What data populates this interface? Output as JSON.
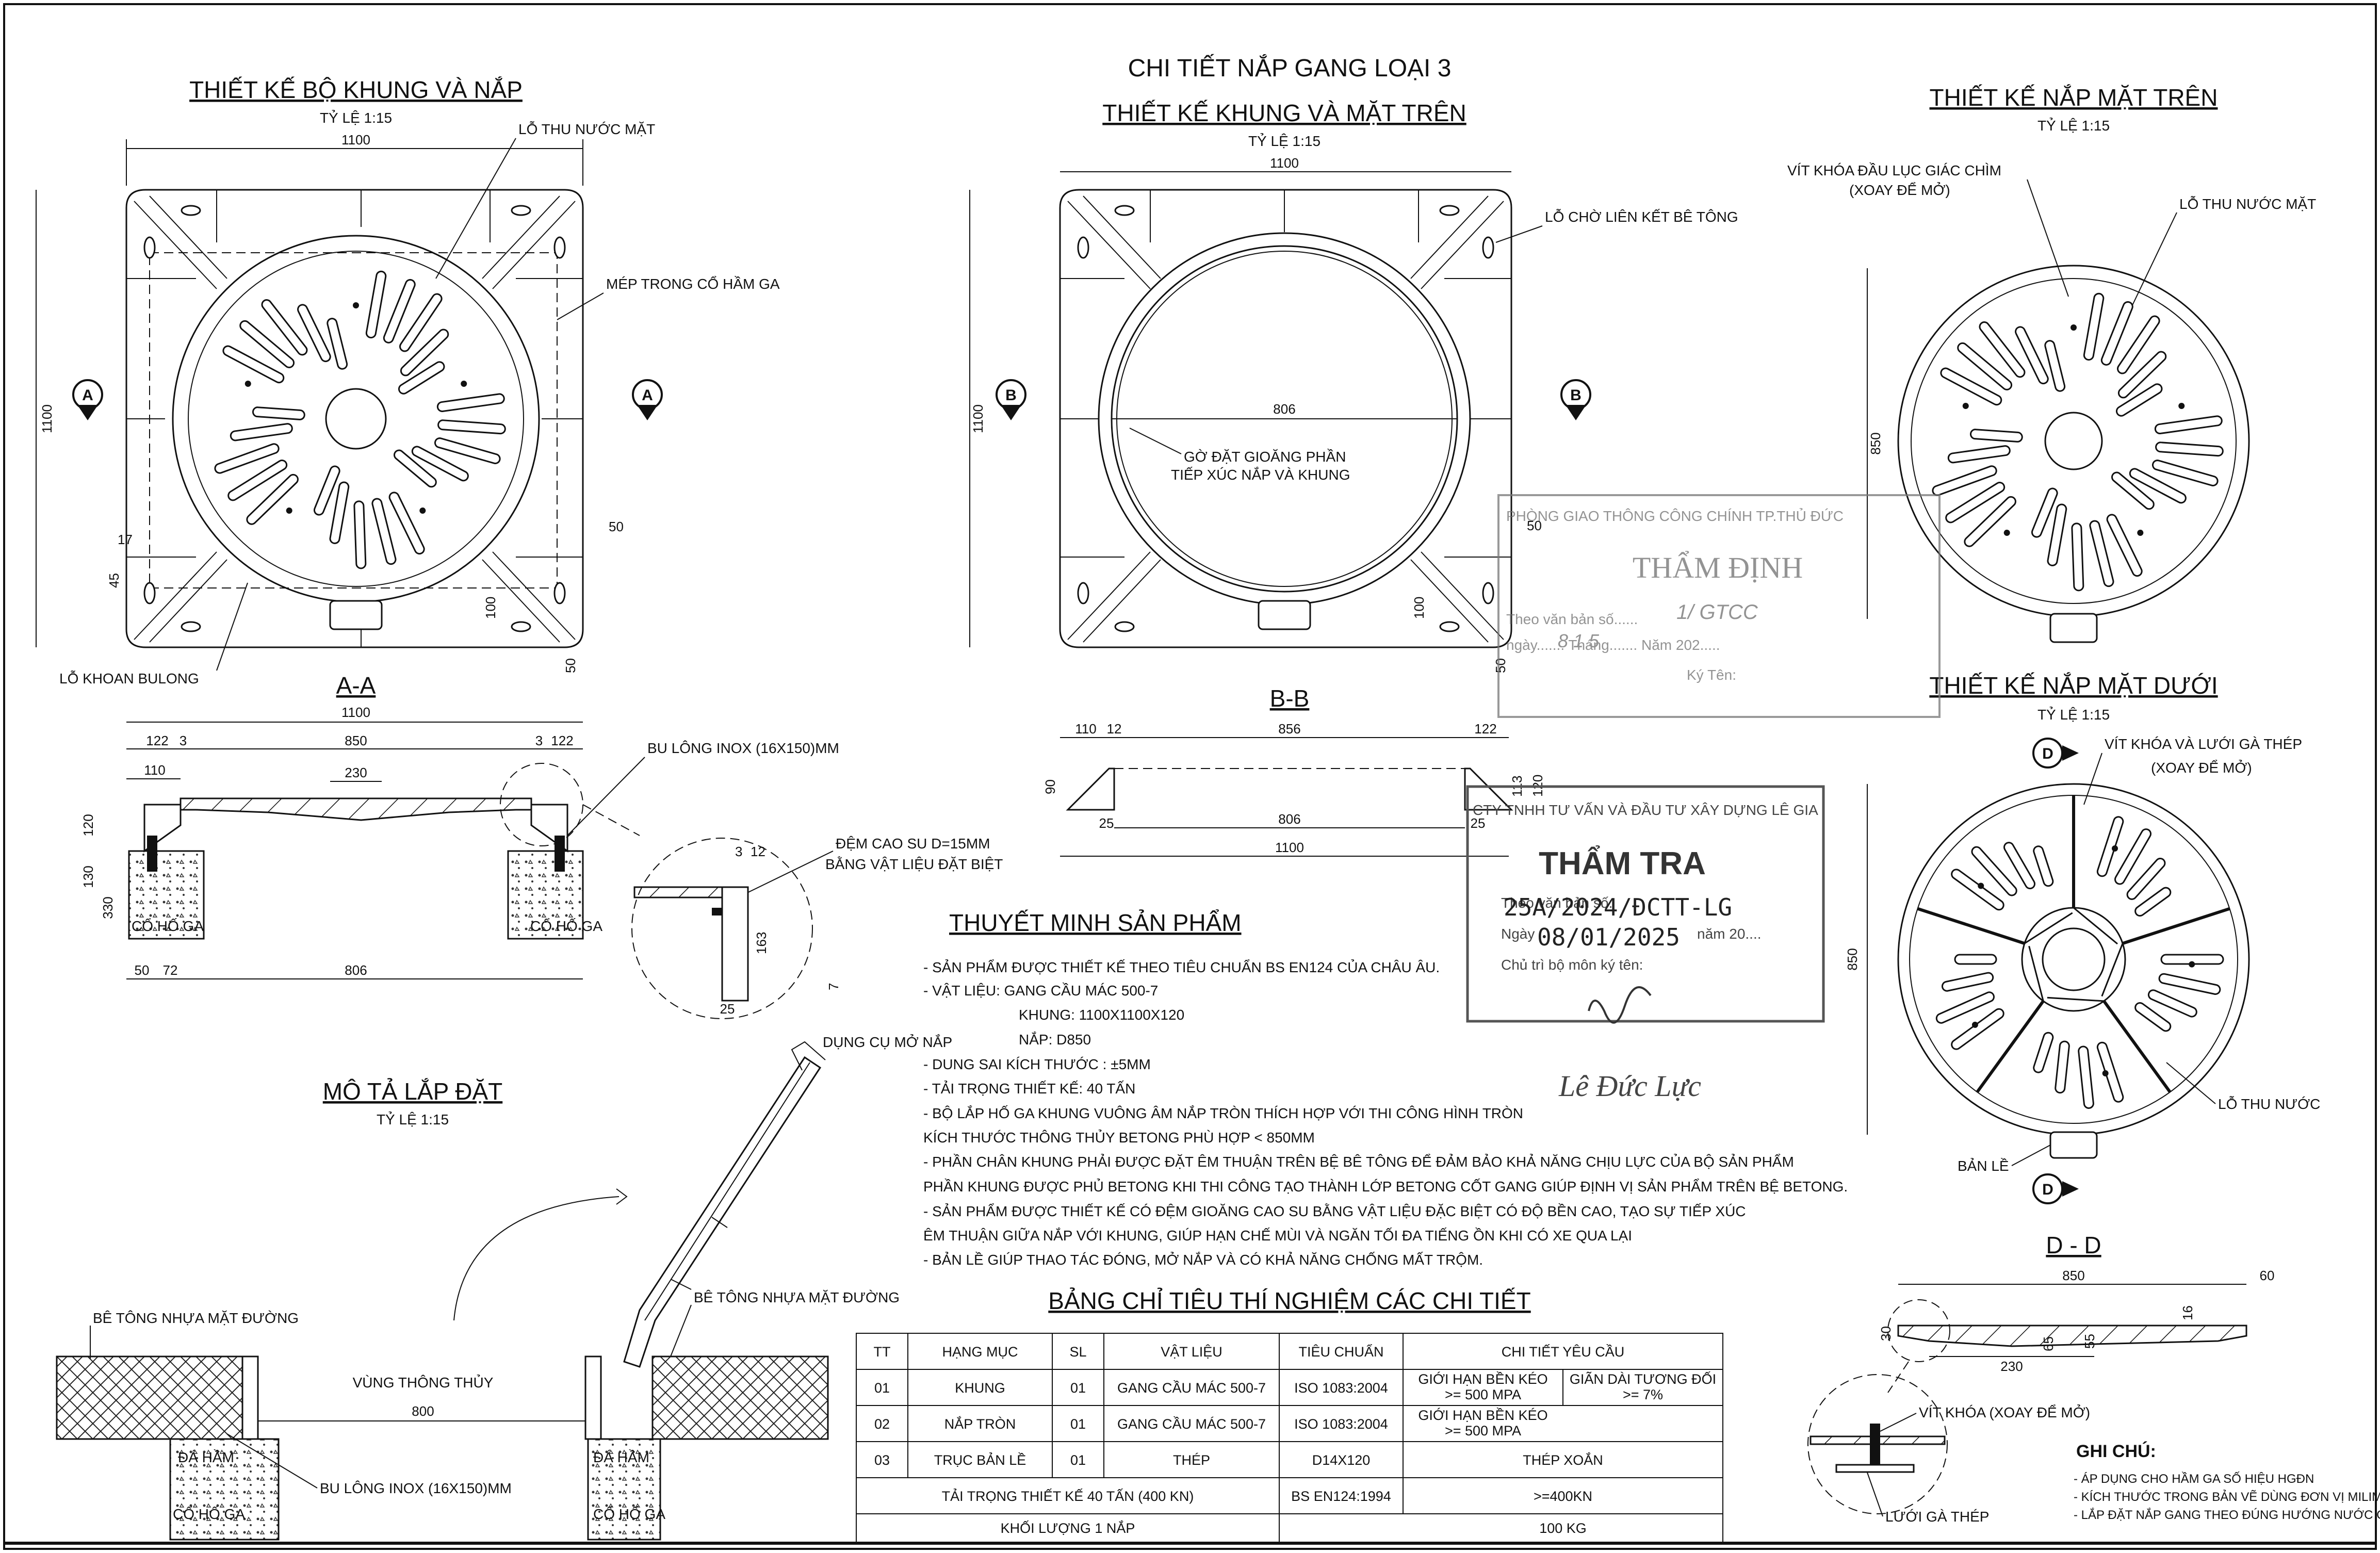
{
  "sheet_title": "CHI TIẾT NẮP GANG LOẠI 3",
  "views": {
    "frame_cover": {
      "title": "THIẾT KẾ BỘ KHUNG VÀ NẮP",
      "scale": "TỶ LỆ 1:15",
      "dim_width": "1100",
      "dim_height": "1100",
      "labels": {
        "drain_hole": "LỖ THU NƯỚC MẶT",
        "inner_edge": "MÉP TRONG CỔ HẦM GA",
        "bolt_hole": "LỖ KHOAN BULONG"
      },
      "dims": {
        "d17": "17",
        "d45": "45",
        "d50a": "50",
        "d100": "100",
        "d50b": "50"
      },
      "section": "A"
    },
    "frame_top": {
      "title": "THIẾT KẾ KHUNG VÀ MẶT TRÊN",
      "scale": "TỶ LỆ 1:15",
      "dim_width": "1100",
      "dim_height": "1100",
      "dim_inner": "806",
      "labels": {
        "concrete_hole": "LỖ CHỜ LIÊN KẾT BÊ TÔNG",
        "gasket_line1": "GỜ ĐẶT GIOĂNG PHẦN",
        "gasket_line2": "TIẾP XÚC NẮP VÀ KHUNG"
      },
      "dims": {
        "d50a": "50",
        "d100": "100",
        "d50b": "50"
      },
      "section": "B"
    },
    "cover_top": {
      "title": "THIẾT KẾ NẮP MẶT TRÊN",
      "scale": "TỶ LỆ 1:15",
      "labels": {
        "screw_line1": "VÍT KHÓA ĐẦU LỤC GIÁC CHÌM",
        "screw_line2": "(XOAY ĐỂ MỞ)",
        "drain_hole": "LỖ THU NƯỚC MẶT"
      },
      "dim": "850"
    },
    "cover_bottom": {
      "title": "THIẾT KẾ NẮP MẶT DƯỚI",
      "scale": "TỶ LỆ 1:15",
      "labels": {
        "screw_line1": "VÍT KHÓA VÀ LƯỚI GÀ THÉP",
        "screw_line2": "(XOAY ĐỂ MỞ)",
        "drain_hole": "LỖ THU NƯỚC",
        "hinge": "BẢN LỀ"
      },
      "dims": {
        "d850": "850",
        "d60": "60"
      },
      "section": "D"
    },
    "section_aa": {
      "title": "A-A",
      "dims": {
        "total": "1100",
        "a122": "122",
        "a3": "3",
        "a850": "850",
        "a3b": "3",
        "a122b": "122",
        "a110": "110",
        "a230": "230",
        "a330": "330",
        "a120": "120",
        "a130": "130",
        "a50": "50",
        "a72": "72",
        "a806": "806",
        "a3c": "3",
        "a12": "12",
        "a163": "163",
        "a25": "25",
        "a7": "7"
      },
      "labels": {
        "bolt": "BU LÔNG INOX (16X150)MM",
        "gasket_line1": "ĐỆM CAO SU D=15MM",
        "gasket_line2": "BẰNG VẬT LIỆU ĐẶT BIỆT",
        "neck": "CỔ HỐ GA"
      }
    },
    "section_bb": {
      "title": "B-B",
      "dims": {
        "b110": "110",
        "b12": "12",
        "b856": "856",
        "b122": "122",
        "b90": "90",
        "b113": "113",
        "b120": "120",
        "b25": "25",
        "b806": "806",
        "b25b": "25",
        "b1100": "1100"
      }
    },
    "install": {
      "title": "MÔ TẢ LẮP ĐẶT",
      "scale": "TỶ LỆ 1:15",
      "labels": {
        "asphalt": "BÊ TÔNG NHỰA MẶT ĐƯỜNG",
        "clear_zone": "VÙNG THÔNG THỦY",
        "clear_dim": "800",
        "chamber": "ĐÁ HẦM",
        "bolt": "BU LÔNG INOX (16X150)MM",
        "neck": "CỔ HỐ GA",
        "tool": "DỤNG CỤ MỞ NẮP"
      }
    },
    "section_dd": {
      "title": "D - D",
      "dims": {
        "d850": "850",
        "d60": "60",
        "d30": "30",
        "d65": "65",
        "d55": "55",
        "d16": "16",
        "d230": "230"
      },
      "labels": {
        "lock_screw": "VÍT KHÓA (XOAY ĐỂ MỞ)",
        "grate": "LƯỚI GÀ THÉP"
      }
    }
  },
  "description": {
    "title": "THUYẾT MINH SẢN PHẨM",
    "lines": [
      "- SẢN PHẨM ĐƯỢC THIẾT KẾ THEO TIÊU CHUẨN BS EN124 CỦA CHÂU ÂU.",
      "- VẬT LIỆU: GANG CẦU MÁC 500-7",
      "KHUNG: 1100X1100X120",
      "NẮP: D850",
      "- DUNG SAI KÍCH THƯỚC : ±5MM",
      "- TẢI TRỌNG THIẾT KẾ: 40 TẤN",
      "- BỘ LẮP HỐ GA KHUNG VUÔNG ÂM NẮP TRÒN THÍCH HỢP VỚI THI CÔNG HÌNH TRÒN",
      "KÍCH THƯỚC THÔNG THỦY BETONG PHÙ HỢP < 850MM",
      "- PHẦN CHÂN KHUNG PHẢI ĐƯỢC ĐẶT ÊM THUẬN TRÊN BỆ BÊ TÔNG ĐỂ ĐẢM BẢO KHẢ NĂNG CHỊU LỰC CỦA BỘ SẢN PHẨM",
      "PHẦN KHUNG ĐƯỢC PHỦ BETONG KHI THI CÔNG TẠO THÀNH LỚP BETONG CỐT GANG GIÚP ĐỊNH VỊ SẢN PHẨM TRÊN BỆ BETONG.",
      "- SẢN PHẨM ĐƯỢC THIẾT KẾ CÓ ĐỆM GIOĂNG CAO SU BẰNG VẬT LIỆU ĐẶC BIỆT CÓ ĐỘ BỀN CAO, TẠO SỰ TIẾP XÚC",
      "ÊM THUẬN GIỮA NẮP VỚI KHUNG, GIÚP HẠN CHẾ MÙI VÀ NGĂN TỐI ĐA TIẾNG ỒN KHI CÓ XE QUA LẠI",
      "- BẢN LỀ GIÚP THAO TÁC ĐÓNG, MỞ NẮP VÀ CÓ KHẢ NĂNG CHỐNG MẤT TRỘM."
    ]
  },
  "test_table": {
    "title": "BẢNG CHỈ TIÊU THÍ NGHIỆM CÁC CHI TIẾT",
    "headers": [
      "TT",
      "HẠNG MỤC",
      "SL",
      "VẬT LIỆU",
      "TIÊU CHUẨN",
      "CHI TIẾT YÊU CẦU"
    ],
    "rows": [
      [
        "01",
        "KHUNG",
        "01",
        "GANG CẦU MÁC 500-7",
        "ISO 1083:2004",
        "GIỚI HẠN BỀN KÉO",
        ">= 500 MPA",
        "GIÃN DÀI TƯƠNG ĐỐI",
        ">= 7%"
      ],
      [
        "02",
        "NẮP TRÒN",
        "01",
        "GANG CẦU MÁC 500-7",
        "ISO 1083:2004",
        "GIỚI HẠN BỀN KÉO",
        ">= 500 MPA"
      ],
      [
        "03",
        "TRỤC BẢN LỀ",
        "01",
        "THÉP",
        "D14X120",
        "THÉP XOẮN"
      ]
    ],
    "load_row": [
      "TẢI TRỌNG THIẾT KẾ 40 TẤN (400 KN)",
      "BS EN124:1994",
      ">=400KN"
    ],
    "weight_row": [
      "KHỐI LƯỢNG 1 NẮP",
      "100 KG"
    ]
  },
  "stamps": {
    "appraisal": {
      "org": "PHÒNG GIAO THÔNG CÔNG CHÍNH TP.THỦ ĐỨC",
      "title": "THẨM ĐỊNH",
      "line1": "Theo văn bản số......",
      "line1_hand": "1/ GTCC",
      "line2": "ngày....... Tháng....... Năm 202.....",
      "line2_hand": "8          1          5",
      "sign": "Ký Tên:"
    },
    "review": {
      "org": "CTY TNHH TƯ VẤN VÀ ĐẦU TƯ XÂY DỰNG LÊ GIA",
      "title": "THẨM TRA",
      "line1": "Theo văn bản số:",
      "stamp_no": "25A/2024/ĐCTT-LG",
      "line2": "Ngày",
      "stamp_date": "08/01/2025",
      "line2_tail": "năm 20....",
      "sign": "Chủ trì bộ môn ký tên:",
      "signer": "Lê Đức Lực"
    }
  },
  "notes": {
    "title": "GHI CHÚ:",
    "lines": [
      "- ÁP DỤNG CHO HẦM GA SỐ HIỆU HGĐN",
      "- KÍCH THƯỚC TRONG BẢN VẼ DÙNG ĐƠN VỊ MILIMÉT",
      "- LẮP ĐẶT NẮP GANG THEO ĐÚNG HƯỚNG NƯỚC CHẢY"
    ]
  }
}
